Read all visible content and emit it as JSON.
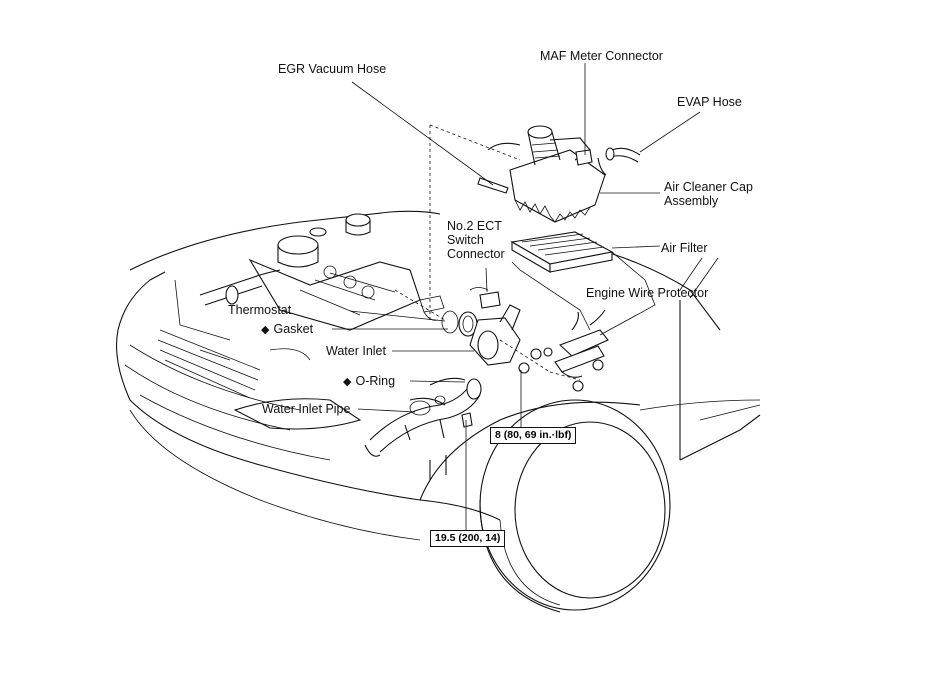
{
  "labels": {
    "egr_vacuum_hose": "EGR Vacuum Hose",
    "maf_meter_connector": "MAF Meter Connector",
    "evap_hose": "EVAP Hose",
    "air_cleaner_cap_line1": "Air Cleaner Cap",
    "air_cleaner_cap_line2": "Assembly",
    "no2_ect_line1": "No.2 ECT",
    "no2_ect_line2": "Switch",
    "no2_ect_line3": "Connector",
    "air_filter": "Air Filter",
    "engine_wire_protector": "Engine Wire Protector",
    "thermostat": "Thermostat",
    "gasket": "Gasket",
    "water_inlet": "Water Inlet",
    "o_ring": "O-Ring",
    "water_inlet_pipe": "Water Inlet Pipe"
  },
  "markers": {
    "new_part_symbol": "◆"
  },
  "torque_specs": {
    "spec_8": "8 (80, 69 in.·lbf)",
    "spec_19_5": "19.5 (200, 14)"
  }
}
